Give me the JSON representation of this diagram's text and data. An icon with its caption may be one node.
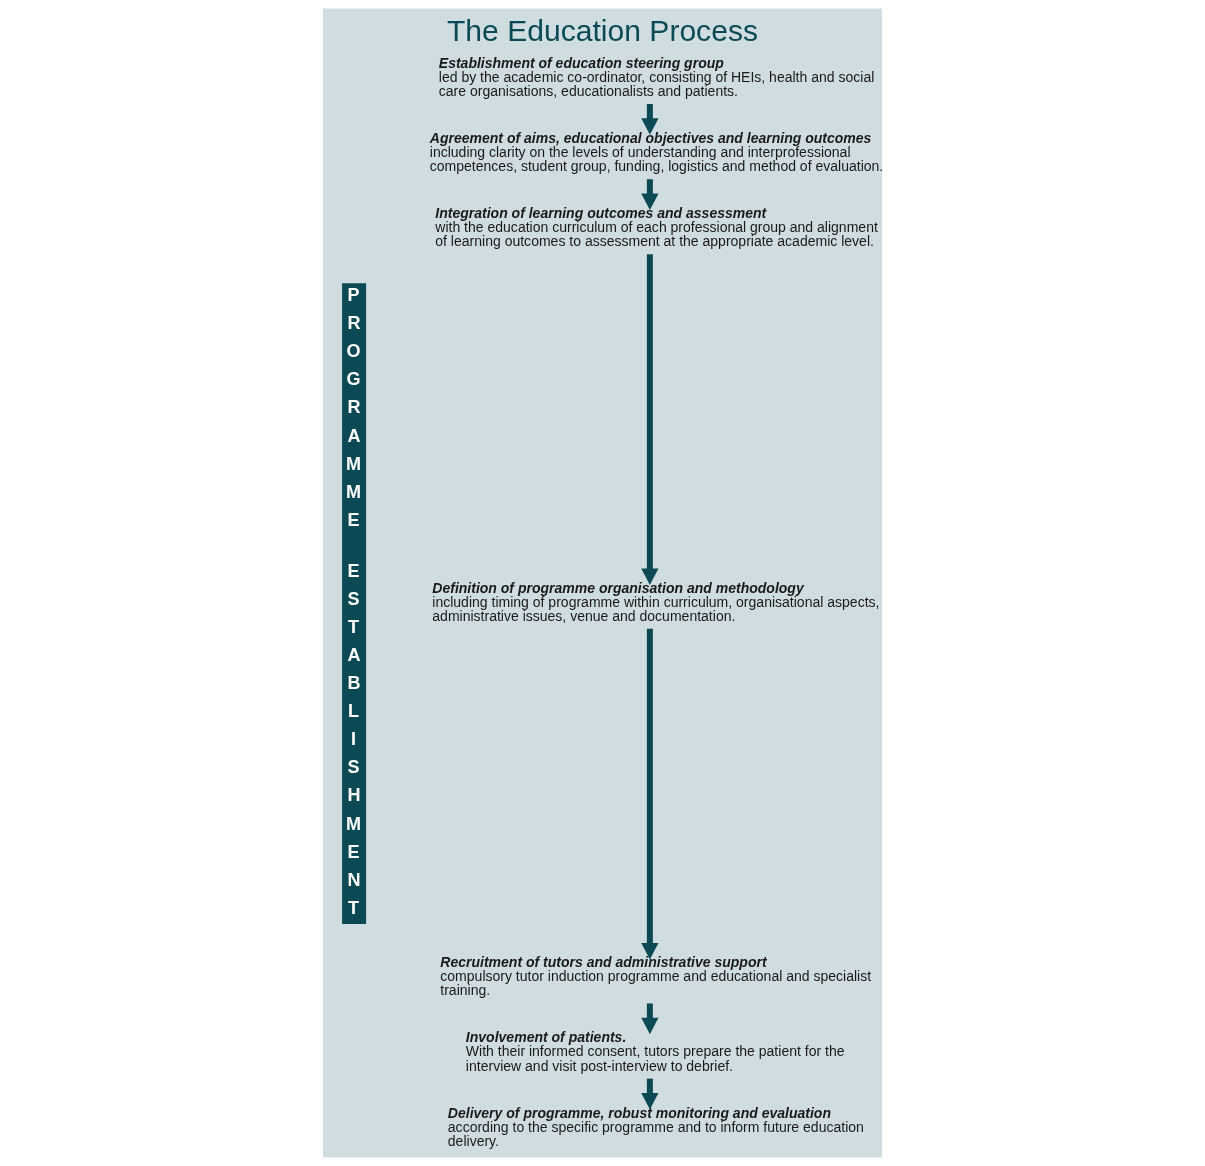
{
  "diagram": {
    "title": "The Education Process",
    "nodes": [
      {
        "text": [
          "Establishment of education steering group",
          "led by the academic co-ordinator, consisting of HEIs, health and social care organisations, educationalists and patients."
        ]
      },
      {
        "text": [
          "Agreement of aims, educational objectives and learning outcomes",
          "including clarity on the levels of understanding and interprofessional competences, student group, funding, logistics and method of evaluation."
        ]
      },
      {
        "text": [
          "Integration of learning outcomes and assessment",
          "with the education curriculum of each professional group and alignment of learning outcomes to assessment at the appropriate academic level."
        ]
      },
      {
        "text": [
          "Definition of programme organisation and methodology",
          "including timing of programme within curriculum, organisational aspects, administrative issues, venue and documentation."
        ]
      },
      {
        "text": [
          "Recruitment of tutors and administrative support",
          "compulsory tutor induction programme and educational and specialist training."
        ]
      },
      {
        "text": [
          "Involvement of patients.",
          "With their informed consent, tutors prepare the patient for the interview and visit post-interview to debrief."
        ]
      },
      {
        "text": [
          "Delivery of programme, robust monitoring and evaluation",
          "according to the specific programme and to inform future education delivery."
        ]
      }
    ],
    "edges": [
      {
        "from": 0,
        "to": 1,
        "arrow": "to"
      },
      {
        "from": 1,
        "to": 2,
        "arrow": "to"
      },
      {
        "from": 2,
        "to": 3,
        "arrow": "to"
      },
      {
        "from": 3,
        "to": 4,
        "arrow": "to"
      },
      {
        "from": 4,
        "to": 5,
        "arrow": "to"
      },
      {
        "from": 5,
        "to": 6,
        "arrow": "to"
      }
    ],
    "labels": [
      "PROGRAMME ESTABLISHMENT"
    ]
  }
}
